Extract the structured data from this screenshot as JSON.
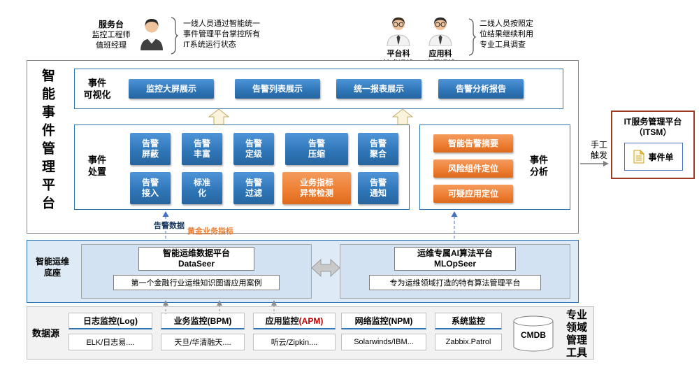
{
  "colors": {
    "blue": "#2E75B6",
    "orange": "#ED7D31",
    "band_blue": "#DEEBF7",
    "band_gray": "#F2F2F2",
    "dashed_arrow_blue": "#4472C4"
  },
  "icons": {
    "people": "person-icon",
    "brace": "curly-brace-icon",
    "ticket": "document-icon",
    "cmdb": "database-cylinder-icon",
    "flow": [
      "up-arrow-icon",
      "double-arrow-icon",
      "dashed-up-arrow-icon",
      "right-arrow-icon"
    ]
  },
  "annotations": {
    "left": {
      "title": "服务台",
      "roles": [
        "监控工程师",
        "值班经理"
      ],
      "desc": "一线人员通过智能统一\n事件管理平台掌控所有\nIT系统运行状态"
    },
    "right": {
      "groups": [
        {
          "title": "平台科",
          "sub": "技术运维"
        },
        {
          "title": "应用科",
          "sub": "应用运维"
        }
      ],
      "desc": "二线人员按照定\n位结果继续利用\n专业工具调查"
    }
  },
  "platform": {
    "title": "智能事件管理平台",
    "visualization": {
      "label": "事件\n可视化",
      "buttons": [
        "监控大屏展示",
        "告警列表展示",
        "统一报表展示",
        "告警分析报告"
      ]
    },
    "processing": {
      "label": "事件\n处置",
      "row1": [
        "告警\n屏蔽",
        "告警\n丰富",
        "告警\n定级",
        "告警\n压缩",
        "告警\n聚合"
      ],
      "row2": [
        "告警\n接入",
        "标准\n化",
        "告警\n过滤",
        "业务指标\n异常检测",
        "告警\n通知"
      ]
    },
    "analysis": {
      "label": "事件\n分析",
      "buttons": [
        "智能告警摘要",
        "风险组件定位",
        "可疑应用定位"
      ]
    },
    "flow": {
      "alarm_data": "告警数据",
      "golden_metric": "黄金业务指标"
    }
  },
  "foundation": {
    "label": "智能运维\n底座",
    "left": {
      "title": "智能运维数据平台\nDataSeer",
      "desc": "第一个金融行业运维知识图谱应用案例"
    },
    "right": {
      "title": "运维专属AI算法平台\nMLOpSeer",
      "desc": "专为运维领域打造的特有算法管理平台"
    }
  },
  "datasources": {
    "label": "数据源",
    "columns": [
      {
        "header": "日志监控(Log)",
        "value": "ELK/日志易...."
      },
      {
        "header": "业务监控(BPM)",
        "value": "天旦/华清融天...."
      },
      {
        "header": "应用监控",
        "header_accent": "(APM)",
        "value": "听云/Zipkin...."
      },
      {
        "header": "网络监控(NPM)",
        "value": "Solarwinds/IBM..."
      },
      {
        "header": "系统监控",
        "value": "Zabbix.Patrol"
      }
    ],
    "cmdb": "CMDB",
    "side_label": "专业\n领域\n管理\n工具"
  },
  "itsm": {
    "title": "IT服务管理平台\n（ITSM）",
    "ticket": "事件单",
    "trigger": "手工\n触发"
  }
}
